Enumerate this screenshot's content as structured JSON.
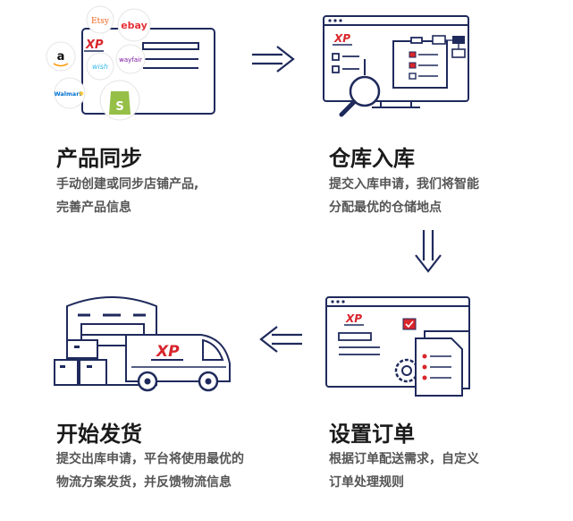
{
  "steps": [
    {
      "title": "产品同步",
      "desc_lines": [
        "手动创建或同步店铺产品,",
        "完善产品信息"
      ]
    },
    {
      "title": "仓库入库",
      "desc_lines": [
        "提交入库申请，我们将智能",
        "分配最优的仓储地点"
      ]
    },
    {
      "title": "设置订单",
      "desc_lines": [
        "根据订单配送需求，自定义",
        "订单处理规则"
      ]
    },
    {
      "title": "开始发货",
      "desc_lines": [
        "提交出库申请，平台将使用最优的",
        "物流方案发货，并反馈物流信息"
      ]
    }
  ],
  "brand": {
    "logo": "XP"
  },
  "marketplaces": [
    "Etsy",
    "ebay",
    "a",
    "wish",
    "wayfair",
    "Walmart",
    "shopify-icon"
  ],
  "colors": {
    "navy": "#1f2a5c",
    "red": "#d8262c",
    "ink": "#1a1a1a",
    "gray": "#555555"
  },
  "flow_arrows": [
    "right",
    "down",
    "left"
  ]
}
